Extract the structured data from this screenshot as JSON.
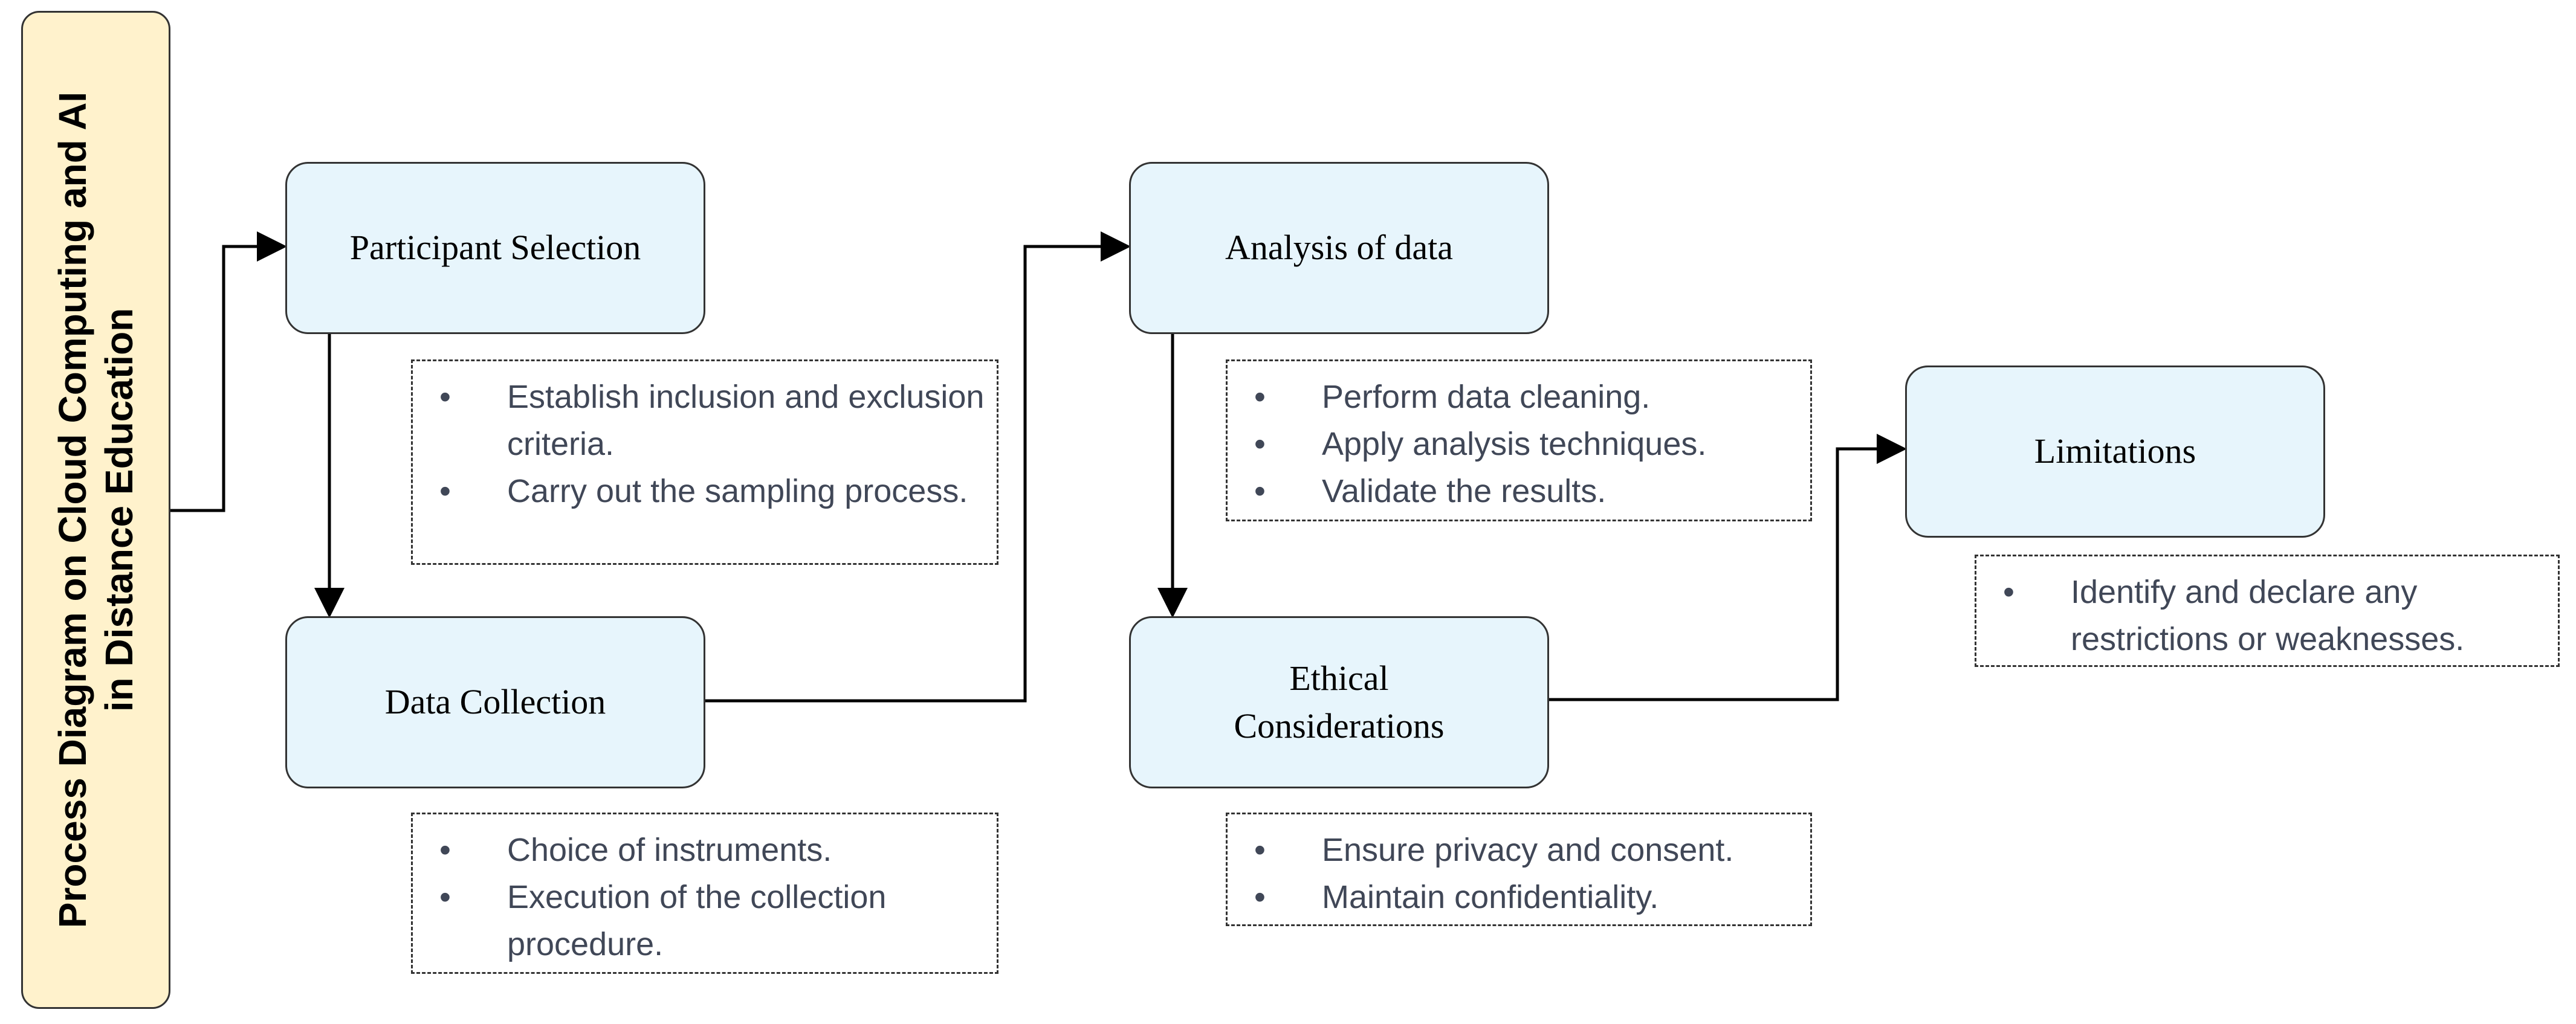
{
  "title": {
    "line1": "Process Diagram on Cloud Computing and AI",
    "line2": "in Distance Education"
  },
  "steps": {
    "participant_selection": {
      "label": "Participant Selection"
    },
    "data_collection": {
      "label": "Data Collection"
    },
    "analysis_of_data": {
      "label": "Analysis of data"
    },
    "ethical_considerations": {
      "line1": "Ethical",
      "line2": "Considerations"
    },
    "limitations": {
      "label": "Limitations"
    }
  },
  "notes": {
    "participant_selection": [
      "Establish inclusion and exclusion criteria.",
      "Carry out the sampling process."
    ],
    "data_collection": [
      "Choice of instruments.",
      "Execution of the collection procedure."
    ],
    "analysis_of_data": [
      "Perform data cleaning.",
      "Apply analysis techniques.",
      "Validate the results."
    ],
    "ethical_considerations": [
      "Ensure privacy and consent.",
      "Maintain confidentiality."
    ],
    "limitations": [
      "Identify and declare any restrictions or weaknesses."
    ]
  },
  "colors": {
    "title_fill": "#FFF2CC",
    "step_fill": "#E7F5FC",
    "stroke": "#333333",
    "note_text": "#404757"
  }
}
